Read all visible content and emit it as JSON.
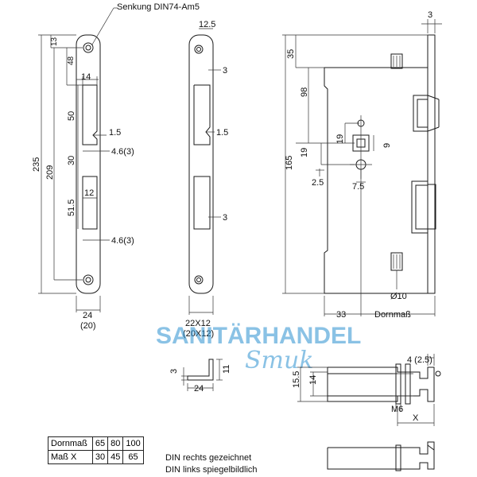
{
  "labels": {
    "senkung": "Senkung DIN74-Am5",
    "d13": "13",
    "d48": "48",
    "d14": "14",
    "d50": "50",
    "d1_5a": "1.5",
    "d4_6a": "4.6(3)",
    "d30": "30",
    "d209": "209",
    "d235": "235",
    "d12": "12",
    "d51_5": "51.5",
    "d4_6b": "4.6(3)",
    "d24": "24",
    "d20": "(20)",
    "d12_5": "12.5",
    "d3a": "3",
    "d1_5b": "1.5",
    "d3b": "3",
    "d22x12": "22X12",
    "d20x12": "(20X12)",
    "d3top": "3",
    "d35": "35",
    "d98": "98",
    "d165": "165",
    "d19a": "19",
    "d19b": "19",
    "d9": "9",
    "d2_5": "2.5",
    "d7_5": "7.5",
    "d10": "Ø10",
    "d33": "33",
    "dornmass": "Dornmaß",
    "f3": "3",
    "f11": "11",
    "f24": "24",
    "s4": "4 (2.5)",
    "s15_5": "15.5",
    "s14": "14",
    "sM6": "M6",
    "sX": "X"
  },
  "watermark": {
    "line1": "SANITÄRHANDEL",
    "line2": "Smuk",
    "color": "#2a8fd0"
  },
  "table": {
    "header": [
      "Dornmaß",
      "65",
      "80",
      "100"
    ],
    "row": [
      "Maß X",
      "30",
      "45",
      "65"
    ]
  },
  "notes": {
    "line1": "DIN rechts gezeichnet",
    "line2": "DIN links spiegelbildlich"
  }
}
